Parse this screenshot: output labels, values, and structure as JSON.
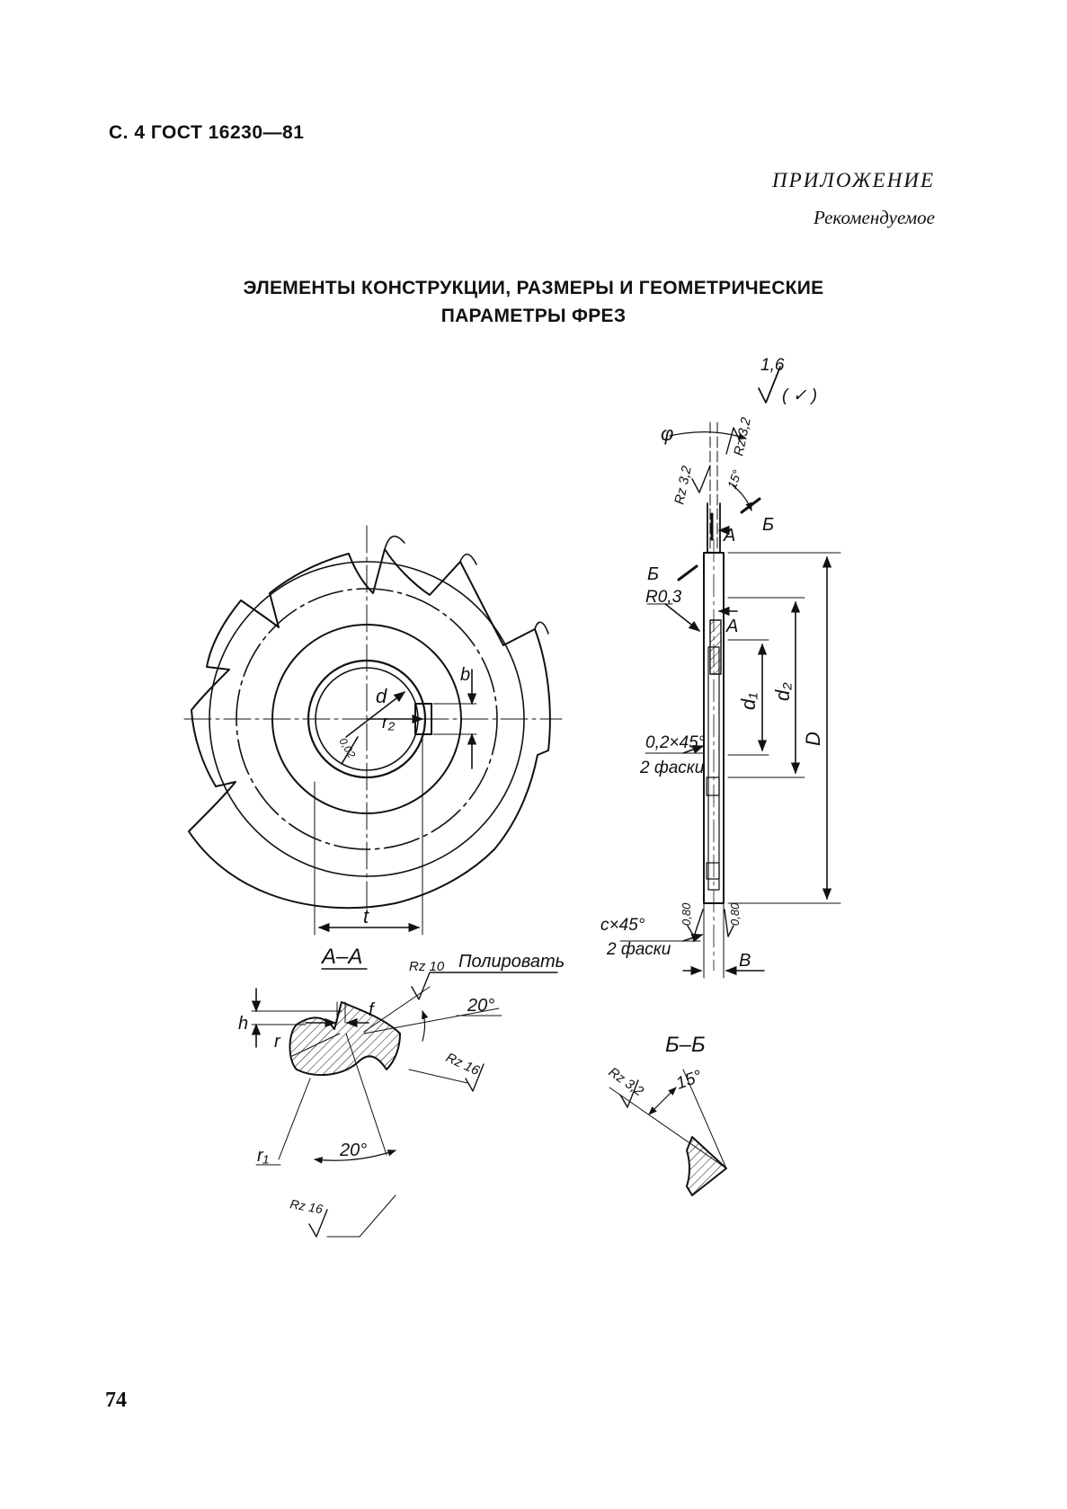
{
  "header": {
    "text": "С. 4 ГОСТ 16230—81"
  },
  "appendix": {
    "title": "ПРИЛОЖЕНИЕ",
    "subtitle": "Рекомендуемое"
  },
  "heading": {
    "line1": "ЭЛЕМЕНТЫ КОНСТРУКЦИИ, РАЗМЕРЫ И ГЕОМЕТРИЧЕСКИЕ",
    "line2": "ПАРАМЕТРЫ ФРЕЗ"
  },
  "drawing": {
    "roughness_general": "1,6",
    "roughness_general_bracket": "( ✓ )",
    "front_view": {
      "d": "d",
      "r2": "r₂",
      "b": "b",
      "t": "t",
      "tolerance": "0,02"
    },
    "side_view": {
      "phi": "φ",
      "rz32_top": "Rz 3,2",
      "rz32_left": "Rz 3,2",
      "angle15": "15°",
      "section_b": "Б",
      "section_a": "А",
      "r03": "R0,3",
      "d1": "d₁",
      "d2": "d₂",
      "D": "D",
      "chamfer1": "0,2×45°",
      "chamfer1_note": "2 фаски",
      "chamfer2": "c×45°",
      "chamfer2_note": "2 фаски",
      "ra080_left": "0,80",
      "ra080_right": "0,80",
      "B": "B"
    },
    "section_aa": {
      "title": "А–А",
      "rz10": "Rz 10",
      "polish": "Полировать",
      "f": "f",
      "angle_top": "20°",
      "r": "r",
      "h": "h",
      "rz16_right": "Rz 16",
      "r1": "r₁",
      "angle_bottom": "20°",
      "rz16_bottom": "Rz 16"
    },
    "section_bb": {
      "title": "Б–Б",
      "rz32": "Rz 3,2",
      "angle": "15°"
    }
  },
  "page_number": "74"
}
